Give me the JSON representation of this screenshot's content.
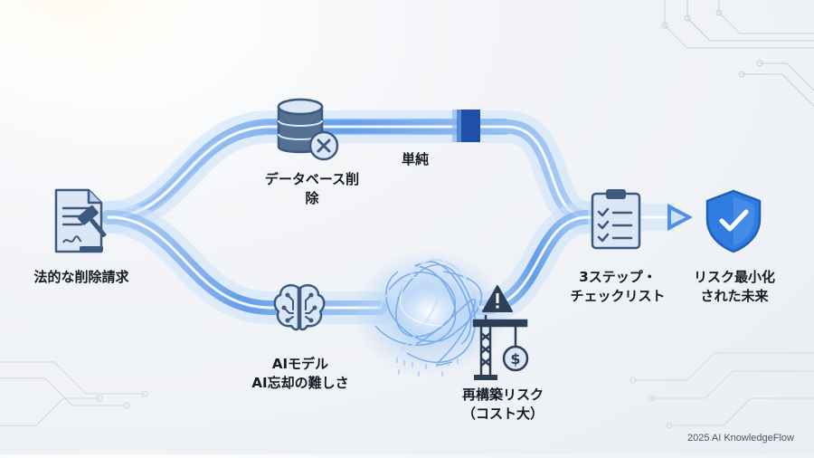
{
  "nodes": {
    "legal_request": {
      "label": "法的な削除請求",
      "icon": "legal-document-gavel-icon"
    },
    "db_delete": {
      "line1": "データベース削",
      "line2": "除",
      "icon": "database-delete-icon"
    },
    "simple": {
      "label": "単純"
    },
    "ai_model": {
      "line1": "AIモデル",
      "line2": "AI忘却の難しさ",
      "icon": "brain-circuit-icon"
    },
    "rebuild_risk": {
      "line1": "再構築リスク",
      "line2": "（コスト大）",
      "icon": "crane-cost-warning-icon"
    },
    "checklist": {
      "line1": "3ステップ・",
      "line2": "チェックリスト",
      "icon": "clipboard-checklist-icon"
    },
    "future": {
      "line1": "リスク最小化",
      "line2": "された未来",
      "icon": "shield-check-icon"
    }
  },
  "footer": {
    "credit": "2025 AI KnowledgeFlow"
  },
  "colors": {
    "flow_blue": "#4f8fe6",
    "flow_glow": "#bcd8fb",
    "icon_dark": "#3c5a80",
    "icon_light": "#cfe0f5",
    "accent_blue": "#2f7de1",
    "warning": "#2d3e57"
  }
}
